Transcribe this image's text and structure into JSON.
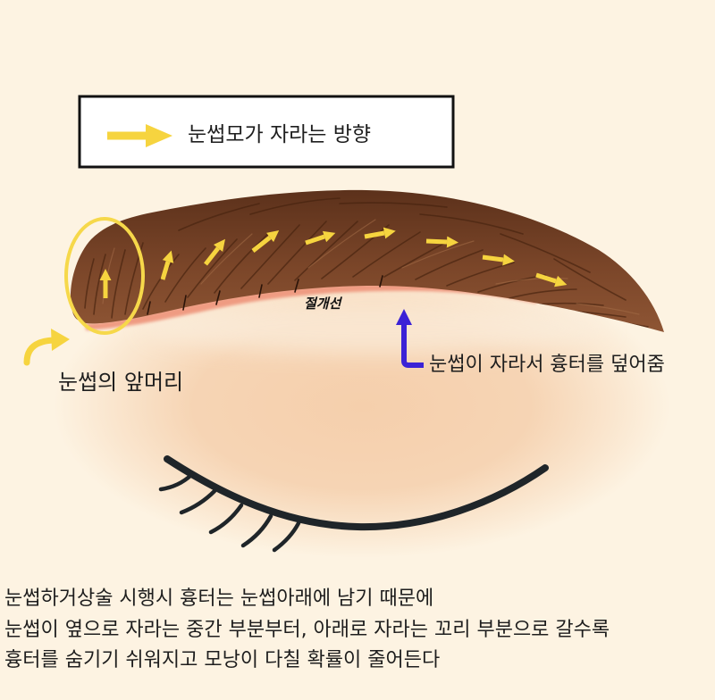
{
  "legend": {
    "label": "눈썹모가 자라는 방향"
  },
  "labels": {
    "brow_head": "눈썹의 앞머리",
    "incision": "절개선",
    "scar_cover": "눈썹이 자라서 흉터를 덮어줌"
  },
  "caption": {
    "lines": [
      "눈썹하거상술 시행시 흉터는 눈썹아래에 남기 때문에",
      "눈썹이 옆으로 자라는 중간 부분부터, 아래로 자라는 꼬리 부분으로 갈수록",
      "흉터를 숨기기 쉬워지고 모낭이 다칠 확률이 줄어든다"
    ]
  },
  "colors": {
    "background": "#fdf3e2",
    "growth_arrow": "#f6d43f",
    "highlight_ring": "#f6d84a",
    "scar_arrow": "#3b22d6",
    "eyebrow": "#7b4629",
    "incision_line": "#ef9b82",
    "skin": "#f5cfac",
    "lash": "#1f2529",
    "text": "#1e1e1e"
  }
}
